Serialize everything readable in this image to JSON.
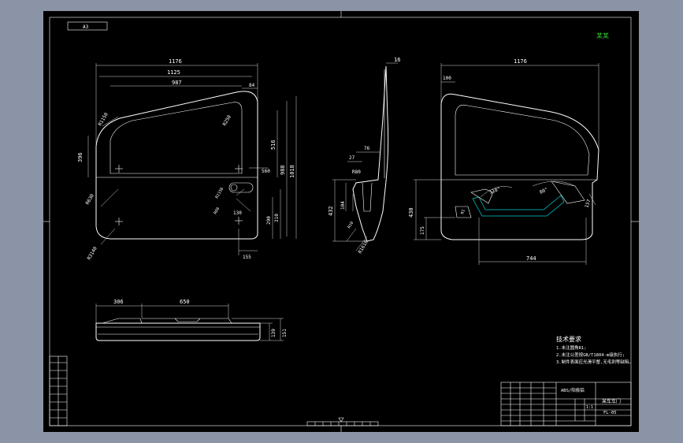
{
  "colors": {
    "desktop": "#8b94a6",
    "sheet": "#000000",
    "line": "#ffffff",
    "accent": "#00d0d0",
    "logo": "#33cc33"
  },
  "corner_tag": "A3",
  "logo_text": "某某",
  "front_view": {
    "dims": [
      "1176",
      "1125",
      "987",
      "84",
      "396",
      "R1150",
      "R250",
      "R3140",
      "R630",
      "R1150",
      "R60",
      "130",
      "516",
      "988",
      "1018",
      "560",
      "290",
      "310",
      "155"
    ]
  },
  "side_view": {
    "dims": [
      "16",
      "76",
      "27",
      "R80",
      "104",
      "432",
      "R10",
      "R1610"
    ]
  },
  "rear_view": {
    "dims": [
      "1176",
      "100",
      "110°",
      "80°",
      "157",
      "R1",
      "430",
      "175",
      "744"
    ]
  },
  "bottom_view": {
    "dims": [
      "306",
      "650",
      "139",
      "151"
    ]
  },
  "notes": {
    "title": "技术要求",
    "lines": [
      "1.未注圆角R1;",
      "2.未注公差按GB/T1804-m级执行;",
      "3.制件表面应光滑平整,无毛刺等缺陷。"
    ]
  },
  "title_block": {
    "part_name": "某车车门",
    "drawing_no": "FL-05",
    "material_label": "ABS/阳极铝",
    "scale_label": "1:1"
  }
}
